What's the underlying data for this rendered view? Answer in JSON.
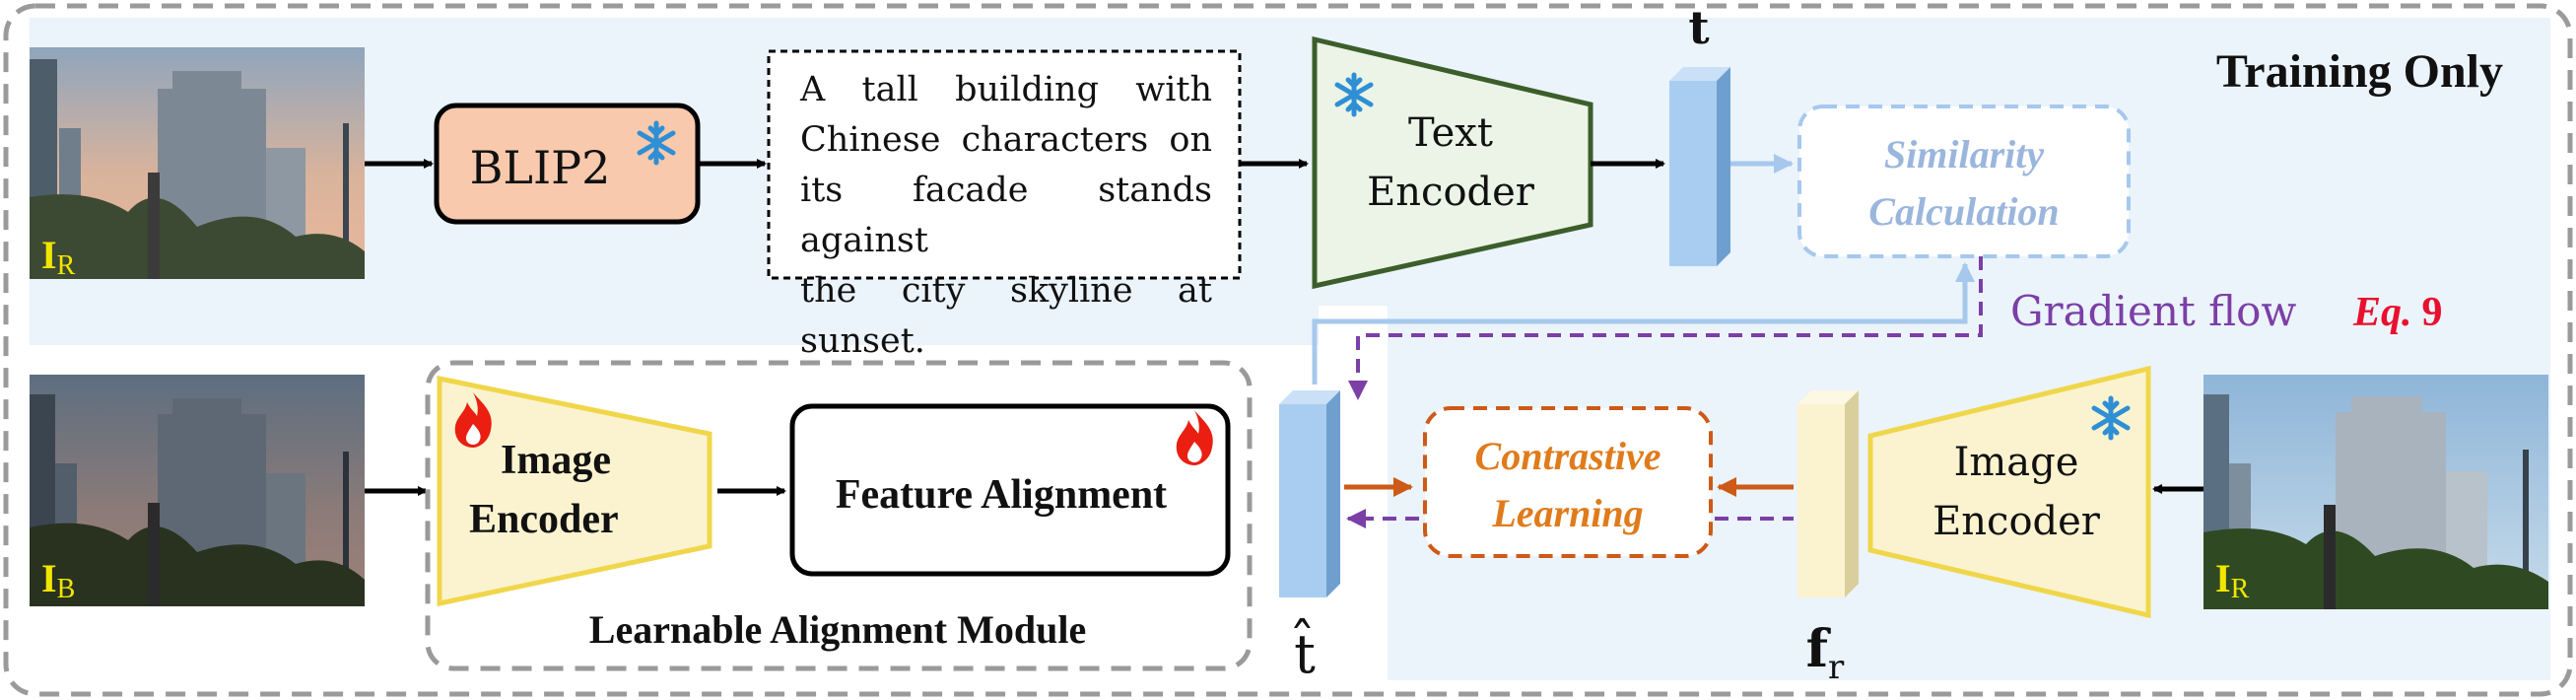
{
  "region_title": "Training Only",
  "captioner": {
    "label": "BLIP2"
  },
  "caption_lines": [
    "A tall building with",
    "Chinese characters on",
    "its facade stands against",
    "the city skyline at sunset."
  ],
  "text_encoder": {
    "line1": "Text",
    "line2": "Encoder"
  },
  "text_feature": {
    "symbol": "t"
  },
  "similarity": {
    "line1": "Similarity",
    "line2": "Calculation"
  },
  "gradient": {
    "label": "Gradient flow",
    "eq_italic": "Eq.",
    "eq_number": "9"
  },
  "learnable_encoder": {
    "line1": "Image",
    "line2": "Encoder"
  },
  "feature_alignment": {
    "label": "Feature Alignment"
  },
  "module_label": "Learnable Alignment Module",
  "aligned_feature": {
    "symbol": "t̂"
  },
  "contrastive": {
    "line1": "Contrastive",
    "line2": "Learning"
  },
  "ref_feature": {
    "symbol": "f",
    "subscript": "r"
  },
  "frozen_encoder": {
    "line1": "Image",
    "line2": "Encoder"
  },
  "images": {
    "reference": {
      "main": "I",
      "sub": "R"
    },
    "bad": {
      "main": "I",
      "sub": "B"
    }
  },
  "colors": {
    "blip2_fill": "#f8c9ad",
    "text_encoder_fill": "#ebf4e6",
    "text_encoder_border": "#3b5e2b",
    "feature_blue": "#a9cdf0",
    "feature_yellow": "#fbf3cf",
    "encoder_yellow_border": "#f0d64a",
    "similarity_text": "#9bb6dd",
    "gradient_text": "#7b3fa6",
    "eq_red": "#e8102e",
    "contrastive_orange": "#e07b1b",
    "arrow_orange": "#cd5a16",
    "region_bg": "#ebf3fb"
  }
}
